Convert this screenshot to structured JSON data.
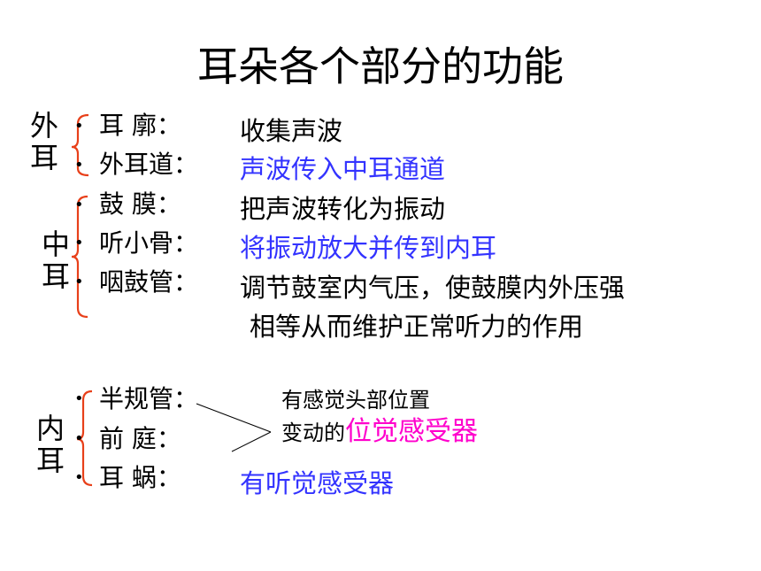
{
  "title": "耳朵各个部分的功能",
  "groups": {
    "outer": "外耳",
    "middle": "中耳",
    "inner": "内耳"
  },
  "bullet": "•",
  "parts": [
    {
      "name": "耳 廓：",
      "function": "收集声波"
    },
    {
      "name": "外耳道：",
      "function": "声波传入中耳通道"
    },
    {
      "name": "鼓 膜：",
      "function": "把声波转化为振动"
    },
    {
      "name": "听小骨：",
      "function": "将振动放大并传到内耳"
    },
    {
      "name": "咽鼓管：",
      "function": "调节鼓室内气压，使鼓膜内外压强",
      "function_line2": "相等从而维护正常听力的作用"
    },
    {
      "name": "半规管：",
      "function": ""
    },
    {
      "name": "前 庭：",
      "function": ""
    },
    {
      "name": "耳 蜗：",
      "function": "有听觉感受器"
    }
  ],
  "vestibular_note": {
    "line1": "有感觉头部位置",
    "line2_prefix": "变动的",
    "line2_highlight": "位觉感受器"
  },
  "colors": {
    "text": "#000000",
    "blue": "#3333ff",
    "magenta": "#ff00cc",
    "brace": "#e8401a"
  }
}
